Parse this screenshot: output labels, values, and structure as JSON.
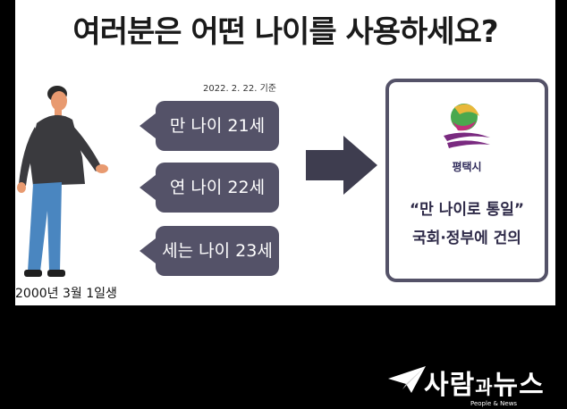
{
  "title": "여러분은 어떤 나이를 사용하세요?",
  "date_note": "2022. 2. 22. 기준",
  "bubbles": [
    {
      "label": "만 나이 21세"
    },
    {
      "label": "연 나이 22세"
    },
    {
      "label": "세는 나이 23세"
    }
  ],
  "birthdate": "2000년 3월 1일생",
  "panel": {
    "city": "평택시",
    "line1": "“만 나이로 통일”",
    "line2": "국회·정부에 건의"
  },
  "brand": {
    "name_main": "사람",
    "name_small": "과",
    "name_end": "뉴스",
    "sub": "People & News"
  },
  "colors": {
    "bubble": "#545268",
    "panel_border": "#545268",
    "background": "#000000"
  }
}
